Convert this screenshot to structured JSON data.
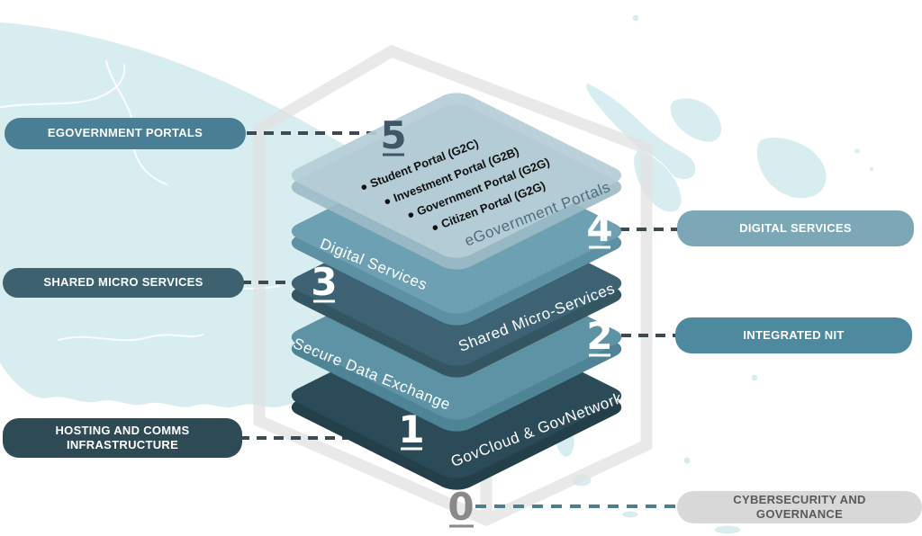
{
  "icons": {
    "bullet": "●"
  },
  "colors": {
    "map_fill": "#d8edf0",
    "map_border": "#ffffff",
    "cube_outline": "#e2e2e2",
    "connector_dark": "#3d4a52",
    "connector_teal": "#4d7e8e",
    "base_number_color": "#8a8a8a",
    "layers": [
      {
        "top": "#b5cdd6",
        "side": "#9cbac6",
        "number": "#3d5866",
        "label": "#4e6e7e"
      },
      {
        "top": "#6da0b2",
        "side": "#5c90a2",
        "number": "#ffffff",
        "label": "#ffffff"
      },
      {
        "top": "#3c6273",
        "side": "#345562",
        "number": "#ffffff",
        "label": "#ffffff"
      },
      {
        "top": "#5e93a5",
        "side": "#4f8496",
        "number": "#ffffff",
        "label": "#ffffff"
      },
      {
        "top": "#2b4b58",
        "side": "#233f4a",
        "number": "#ffffff",
        "label": "#ffffff"
      }
    ]
  },
  "pills": {
    "left": [
      {
        "label": "EGOVERNMENT PORTALS",
        "color": "#4a7e95"
      },
      {
        "label": "SHARED MICRO SERVICES",
        "color": "#3d616f"
      },
      {
        "label": "HOSTING AND COMMS INFRASTRUCTURE",
        "color": "#2e4a55"
      }
    ],
    "right": [
      {
        "label": "DIGITAL SERVICES",
        "color": "#7ca7b7"
      },
      {
        "label": "INTEGRATED NIT",
        "color": "#4d8aa0"
      },
      {
        "label": "CYBERSECURITY AND GOVERNANCE",
        "color": "#d8d8d8",
        "text_color": "#595959"
      }
    ]
  },
  "stack": {
    "layers": [
      {
        "number": "5",
        "label": "eGovernment Portals"
      },
      {
        "number": "4",
        "label": "Digital Services"
      },
      {
        "number": "3",
        "label": "Shared Micro-Services"
      },
      {
        "number": "2",
        "label": "Secure Data Exchange"
      },
      {
        "number": "1",
        "label": "GovCloud & GovNetwork"
      }
    ],
    "base_number": "0",
    "portals": [
      "Student Portal (G2C)",
      "Investment Portal (G2B)",
      "Government Portal (G2G)",
      "Citizen Portal (G2G)"
    ]
  }
}
